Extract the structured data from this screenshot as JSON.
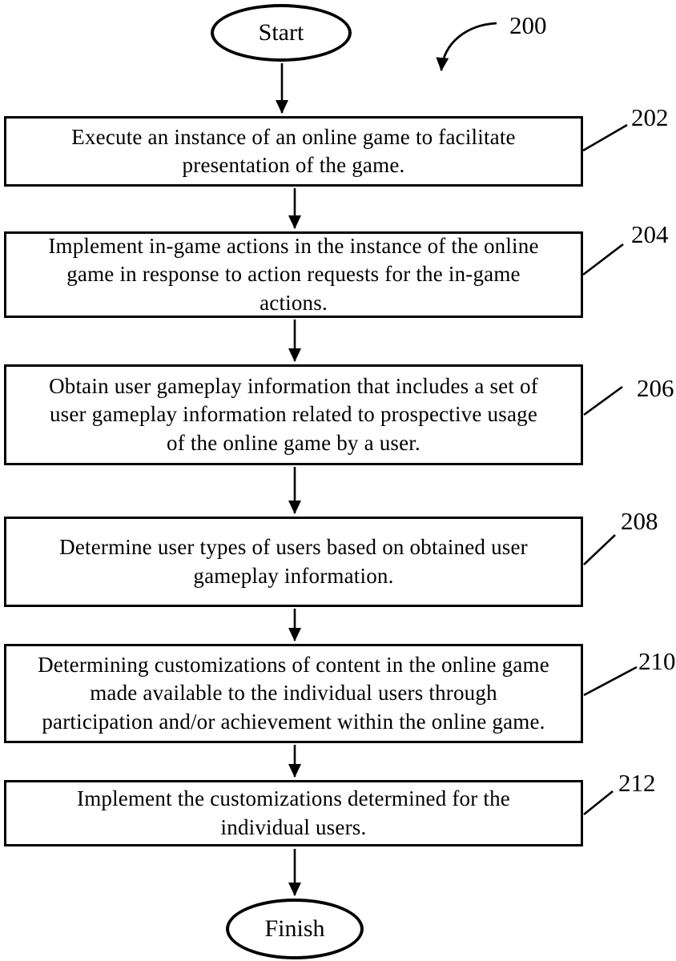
{
  "figure": {
    "reference_label": "200"
  },
  "terminals": {
    "start": "Start",
    "finish": "Finish"
  },
  "steps": [
    {
      "ref": "202",
      "text": [
        "Execute an instance of an online game to facilitate",
        "presentation of the game."
      ]
    },
    {
      "ref": "204",
      "text": [
        "Implement in-game actions in the instance of the online",
        "game in response to action requests for the in-game",
        "actions."
      ]
    },
    {
      "ref": "206",
      "text": [
        "Obtain user gameplay information that includes a set of",
        "user gameplay information related to prospective usage",
        "of the online game by a user."
      ]
    },
    {
      "ref": "208",
      "text": [
        "Determine user types of users based on obtained user",
        "gameplay information."
      ]
    },
    {
      "ref": "210",
      "text": [
        "Determining customizations of content in the online game",
        "made available to the individual users through",
        "participation and/or achievement within the online game."
      ]
    },
    {
      "ref": "212",
      "text": [
        "Implement the customizations determined for the",
        "individual users."
      ]
    }
  ],
  "colors": {
    "ink": "#000000",
    "background": "#ffffff"
  }
}
